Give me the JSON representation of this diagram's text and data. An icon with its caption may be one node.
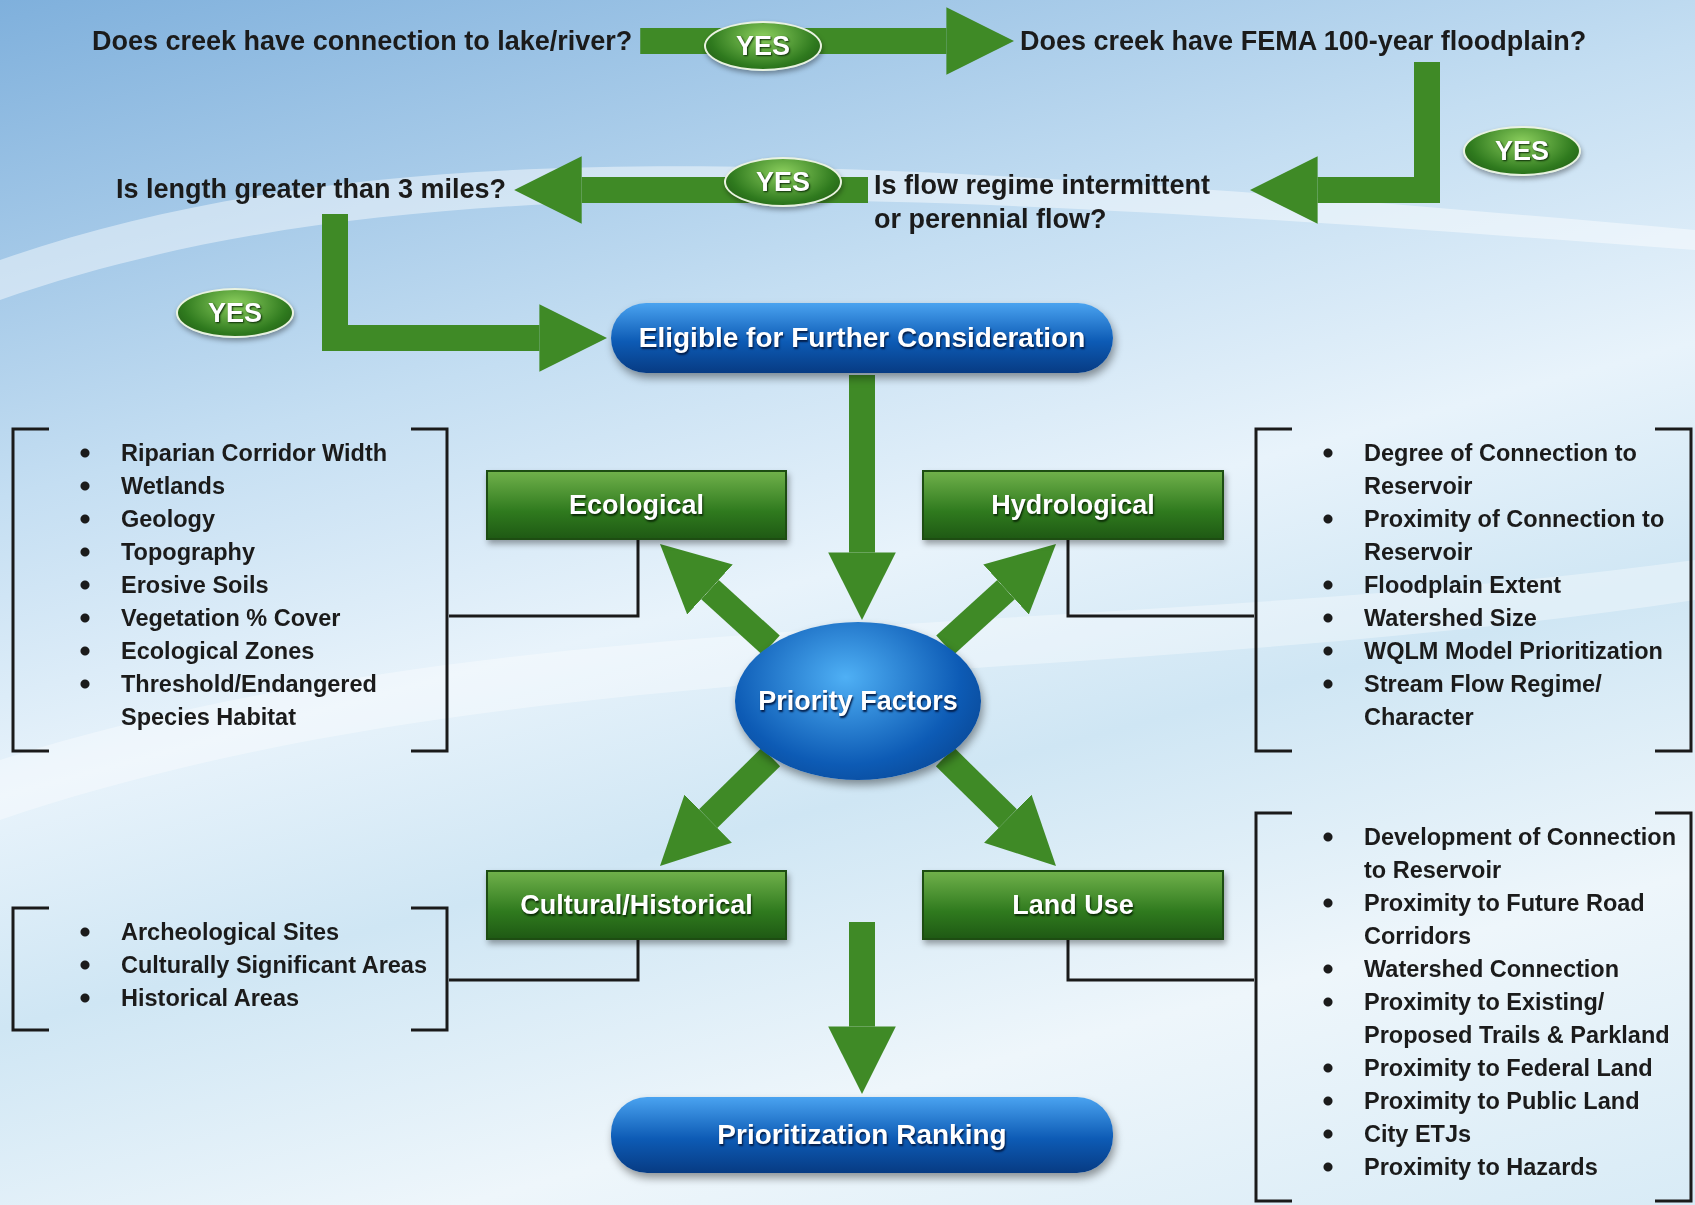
{
  "diagram": {
    "nodes": [
      {
        "text": [
          "Does creek have connection to lake/river?"
        ]
      },
      {
        "text": [
          "Does creek have FEMA 100-year floodplain?"
        ]
      },
      {
        "text": [
          "Is flow regime intermittent or perennial flow?"
        ]
      },
      {
        "text": [
          "Is length greater than 3 miles?"
        ]
      },
      {
        "text": [
          "Eligible for Further Consideration"
        ]
      },
      {
        "text": [
          "Ecological"
        ]
      },
      {
        "text": [
          "Hydrological"
        ]
      },
      {
        "text": [
          "Priority Factors"
        ]
      },
      {
        "text": [
          "Cultural/Historical"
        ]
      },
      {
        "text": [
          "Land Use"
        ]
      },
      {
        "text": [
          "Prioritization Ranking"
        ]
      },
      {
        "text": [
          "Riparian Corridor Width",
          "Wetlands",
          "Geology",
          "Topography",
          "Erosive Soils",
          "Vegetation % Cover",
          "Ecological Zones",
          "Threshold/Endangered Species Habitat"
        ]
      },
      {
        "text": [
          "Degree of Connection to Reservoir",
          "Proximity of Connection to Reservoir",
          "Floodplain Extent",
          "Watershed Size",
          "WQLM Model Prioritization",
          "Stream Flow Regime/ Character"
        ]
      },
      {
        "text": [
          "Archeological Sites",
          "Culturally Significant Areas",
          "Historical Areas"
        ]
      },
      {
        "text": [
          "Development of Connection to Reservoir",
          "Proximity to Future Road Corridors",
          "Watershed Connection",
          "Proximity to Existing/ Proposed Trails & Parkland",
          "Proximity to Federal Land",
          "Proximity to Public Land",
          "City ETJs",
          "Proximity to Hazards"
        ]
      }
    ],
    "edges": [
      {
        "from": 0,
        "to": 1,
        "arrow": "to",
        "label": "YES"
      },
      {
        "from": 1,
        "to": 2,
        "arrow": "to",
        "label": "YES"
      },
      {
        "from": 2,
        "to": 3,
        "arrow": "to",
        "label": "YES"
      },
      {
        "from": 3,
        "to": 4,
        "arrow": "to",
        "label": "YES"
      },
      {
        "from": 4,
        "to": 7,
        "arrow": "to"
      },
      {
        "from": 7,
        "to": 5,
        "arrow": "to"
      },
      {
        "from": 7,
        "to": 6,
        "arrow": "to"
      },
      {
        "from": 7,
        "to": 8,
        "arrow": "to"
      },
      {
        "from": 7,
        "to": 9,
        "arrow": "to"
      },
      {
        "from": null,
        "to": 10,
        "arrow": "to"
      },
      {
        "from": 5,
        "to": 11,
        "arrow": "none",
        "color": "#1a1a1a"
      },
      {
        "from": 6,
        "to": 12,
        "arrow": "none",
        "color": "#1a1a1a"
      },
      {
        "from": 8,
        "to": 13,
        "arrow": "none",
        "color": "#1a1a1a"
      },
      {
        "from": 9,
        "to": 14,
        "arrow": "none",
        "color": "#1a1a1a"
      }
    ]
  }
}
